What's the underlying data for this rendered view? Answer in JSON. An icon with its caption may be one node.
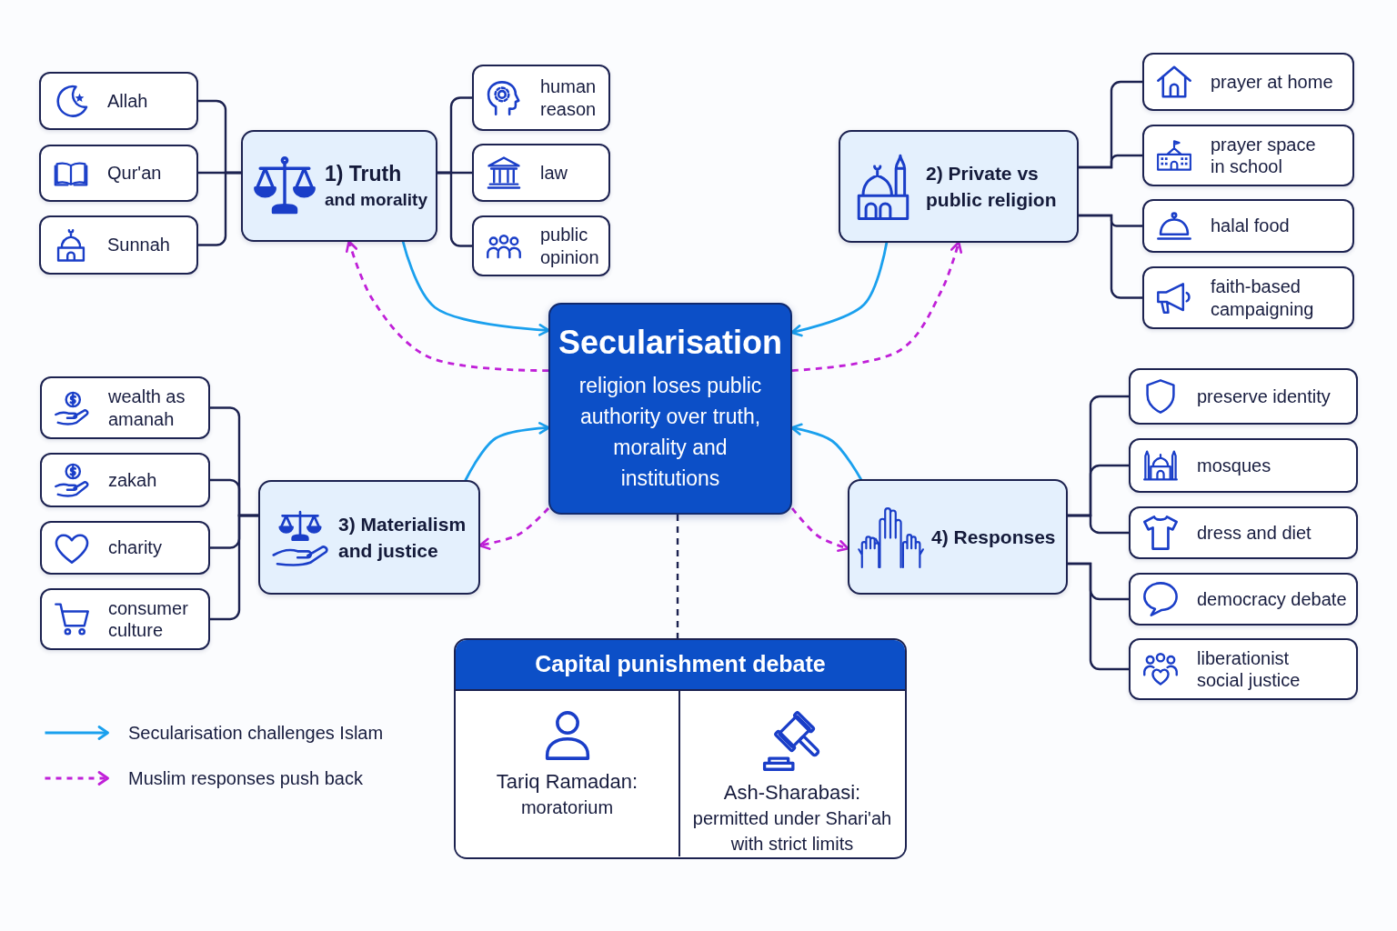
{
  "diagram": {
    "nodes": [
      {
        "text": [
          "Secularisation",
          "religion loses public authority over truth, morality and institutions"
        ]
      },
      {
        "text": [
          "1) Truth and morality"
        ]
      },
      {
        "text": [
          "Allah"
        ]
      },
      {
        "text": [
          "Qur'an"
        ]
      },
      {
        "text": [
          "Sunnah"
        ]
      },
      {
        "text": [
          "human reason"
        ]
      },
      {
        "text": [
          "law"
        ]
      },
      {
        "text": [
          "public opinion"
        ]
      },
      {
        "text": [
          "2) Private vs public religion"
        ]
      },
      {
        "text": [
          "prayer at home"
        ]
      },
      {
        "text": [
          "prayer space in school"
        ]
      },
      {
        "text": [
          "halal food"
        ]
      },
      {
        "text": [
          "faith-based campaigning"
        ]
      },
      {
        "text": [
          "3) Materialism and justice"
        ]
      },
      {
        "text": [
          "wealth as amanah"
        ]
      },
      {
        "text": [
          "zakah"
        ]
      },
      {
        "text": [
          "charity"
        ]
      },
      {
        "text": [
          "consumer culture"
        ]
      },
      {
        "text": [
          "4) Responses"
        ]
      },
      {
        "text": [
          "preserve identity"
        ]
      },
      {
        "text": [
          "mosques"
        ]
      },
      {
        "text": [
          "dress and diet"
        ]
      },
      {
        "text": [
          "democracy debate"
        ]
      },
      {
        "text": [
          "liberationist social justice"
        ]
      },
      {
        "text": [
          "Capital punishment debate"
        ]
      },
      {
        "text": [
          "Tariq Ramadan:",
          "moratorium"
        ],
        "in": 24
      },
      {
        "text": [
          "Ash-Sharabasi:",
          "permitted under Shari'ah with strict limits"
        ],
        "in": 24
      }
    ],
    "edges": [
      {
        "from": 1,
        "to": 2,
        "arrow": "none"
      },
      {
        "from": 1,
        "to": 3,
        "arrow": "none"
      },
      {
        "from": 1,
        "to": 4,
        "arrow": "none"
      },
      {
        "from": 1,
        "to": 5,
        "arrow": "none"
      },
      {
        "from": 1,
        "to": 6,
        "arrow": "none"
      },
      {
        "from": 1,
        "to": 7,
        "arrow": "none"
      },
      {
        "from": 8,
        "to": 9,
        "arrow": "none"
      },
      {
        "from": 8,
        "to": 10,
        "arrow": "none"
      },
      {
        "from": 8,
        "to": 11,
        "arrow": "none"
      },
      {
        "from": 8,
        "to": 12,
        "arrow": "none"
      },
      {
        "from": 13,
        "to": 14,
        "arrow": "none"
      },
      {
        "from": 13,
        "to": 15,
        "arrow": "none"
      },
      {
        "from": 13,
        "to": 16,
        "arrow": "none"
      },
      {
        "from": 13,
        "to": 17,
        "arrow": "none"
      },
      {
        "from": 18,
        "to": 19,
        "arrow": "none"
      },
      {
        "from": 18,
        "to": 20,
        "arrow": "none"
      },
      {
        "from": 18,
        "to": 21,
        "arrow": "none"
      },
      {
        "from": 18,
        "to": 22,
        "arrow": "none"
      },
      {
        "from": 18,
        "to": 23,
        "arrow": "none"
      },
      {
        "from": 1,
        "to": 0,
        "arrow": "to",
        "color": "#1aa0ee"
      },
      {
        "from": 0,
        "to": 1,
        "arrow": "to",
        "style": "dashed",
        "color": "#c020d8"
      },
      {
        "from": 8,
        "to": 0,
        "arrow": "to",
        "color": "#1aa0ee"
      },
      {
        "from": 0,
        "to": 8,
        "arrow": "to",
        "style": "dashed",
        "color": "#c020d8"
      },
      {
        "from": 13,
        "to": 0,
        "arrow": "to",
        "color": "#1aa0ee"
      },
      {
        "from": 0,
        "to": 13,
        "arrow": "to",
        "style": "dashed",
        "color": "#c020d8"
      },
      {
        "from": 18,
        "to": 0,
        "arrow": "to",
        "color": "#1aa0ee"
      },
      {
        "from": 0,
        "to": 18,
        "arrow": "to",
        "style": "dashed",
        "color": "#c020d8"
      },
      {
        "from": 0,
        "to": 24,
        "arrow": "none",
        "style": "dashed"
      }
    ],
    "legend": [
      {
        "text": "Secularisation challenges Islam"
      },
      {
        "text": "Muslim responses push back"
      }
    ]
  }
}
